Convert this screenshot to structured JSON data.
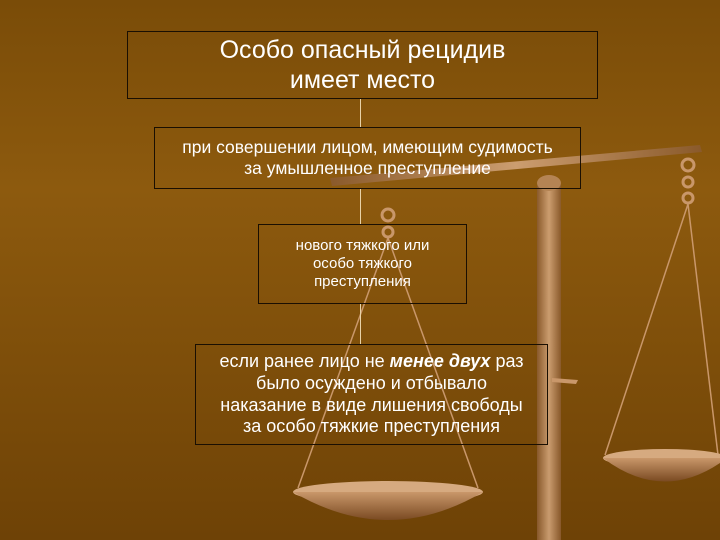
{
  "colors": {
    "background": "#7a4c08",
    "text": "#ffffff",
    "border": "#1a0f02",
    "scales": "#b58454"
  },
  "decor": {
    "image": "scales-of-justice"
  },
  "nodes": {
    "box1": {
      "line1": "Особо опасный рецидив",
      "line2": "имеет место"
    },
    "box2": {
      "line1": "при совершении лицом, имеющим судимость",
      "line2": "за умышленное преступление"
    },
    "box3": {
      "line1": "нового тяжкого или",
      "line2": "особо  тяжкого",
      "line3": "преступления"
    },
    "box4": {
      "line1_before": "если ранее лицо не ",
      "line1_emph": "менее двух",
      "line1_after": " раз",
      "line2": "было осуждено и отбывало",
      "line3": "наказание в виде лишения свободы",
      "line4": "за особо тяжкие преступления"
    }
  }
}
